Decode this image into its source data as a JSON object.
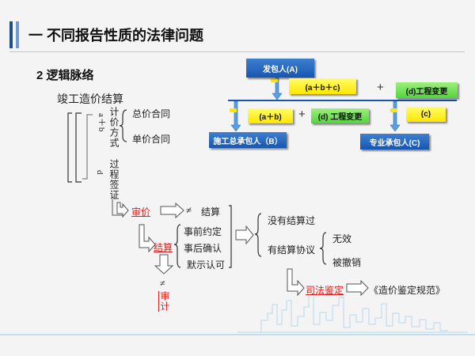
{
  "slide": {
    "title": "一  不同报告性质的法律问题",
    "section": "2  逻辑脉络"
  },
  "diagram": {
    "settlement": "竣工造价结算",
    "ab_label": "a＋b",
    "pricing_method": "计价方式",
    "total_contract": "总价合同",
    "unit_contract": "单价合同",
    "d_label": "d",
    "process_visa": "过程签证",
    "audit_price": "审价",
    "neq1": "≠",
    "settle_word": "结算",
    "settlement2": "结算",
    "prior_agreement": "事前约定",
    "after_confirm": "事后确认",
    "tacit": "默示认可",
    "neq2": "≠",
    "audit_vertical": "审计",
    "no_agreement": "没有结算过",
    "has_agreement": "有结算协议",
    "invalid": "无效",
    "revoked": "被撤销",
    "judicial": "司法鉴定",
    "cost_rule": "《造价鉴定规范》"
  },
  "flow": {
    "employer": "发包人(A)",
    "abc": "(a＋b＋c)",
    "plus1": "+",
    "d_change_top": "(d)工程变更",
    "ab_box": "(a＋b)",
    "plus2": "+",
    "d_change": "(d)  工程变更",
    "c_box": "(c)",
    "general_contractor": "施工总承包人（B）",
    "specialty_contractor": "专业承包人(C)"
  },
  "colors": {
    "accent_dark": "#1f4f8a",
    "accent_light": "#6d9bd1",
    "box_blue": "#1656b0",
    "box_yellow": "#ffe600",
    "box_green": "#53d43e",
    "red": "#e0201c"
  }
}
